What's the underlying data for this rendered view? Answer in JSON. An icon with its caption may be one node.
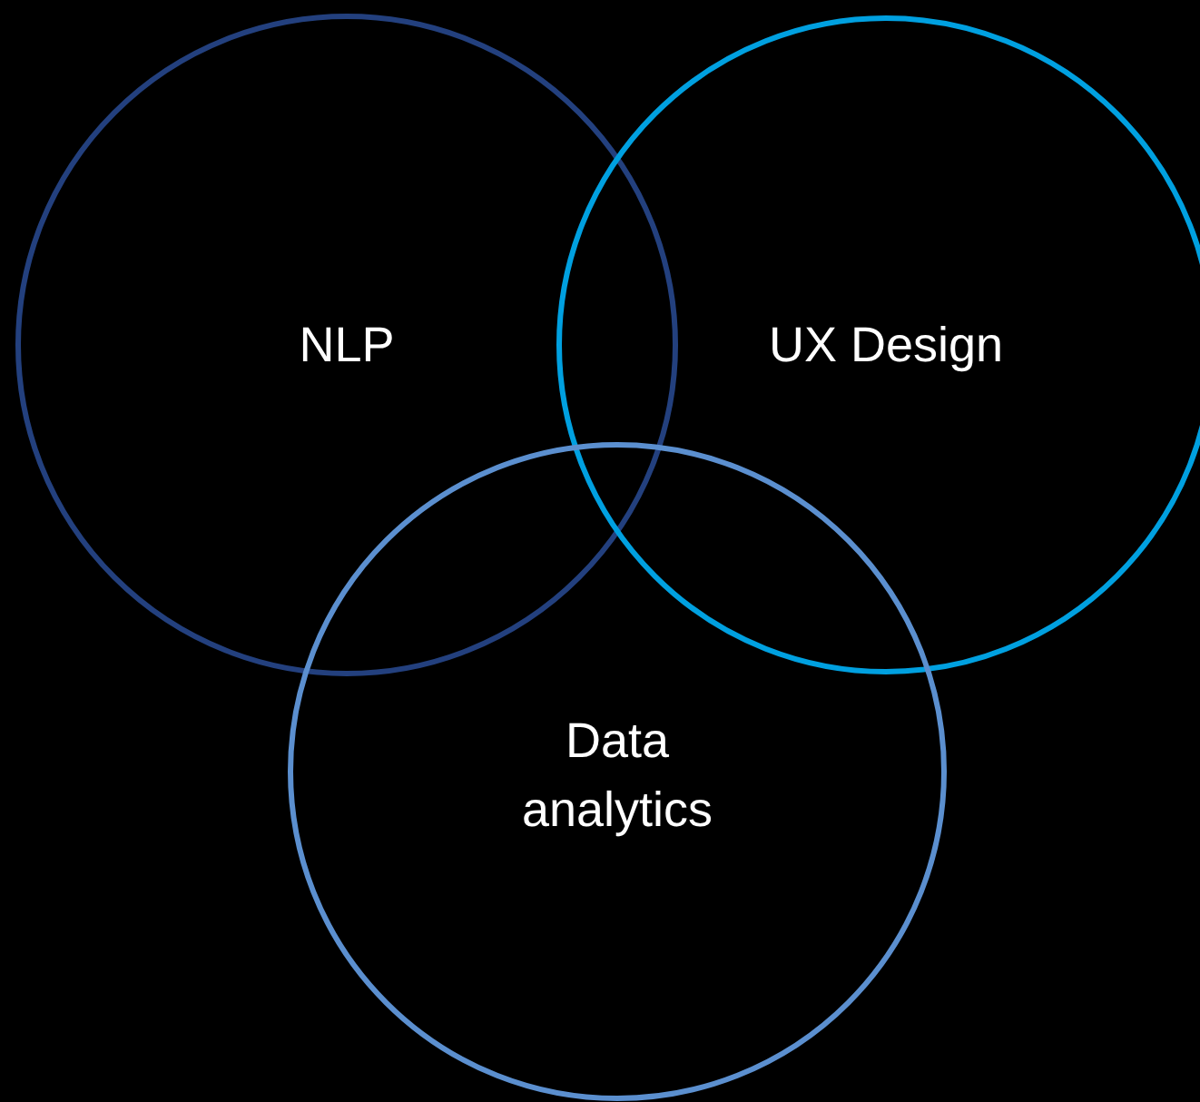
{
  "diagram": {
    "nodes": [
      {
        "text": [
          "NLP"
        ]
      },
      {
        "text": [
          "UX Design"
        ]
      },
      {
        "text": [
          "Data analytics"
        ]
      }
    ]
  }
}
